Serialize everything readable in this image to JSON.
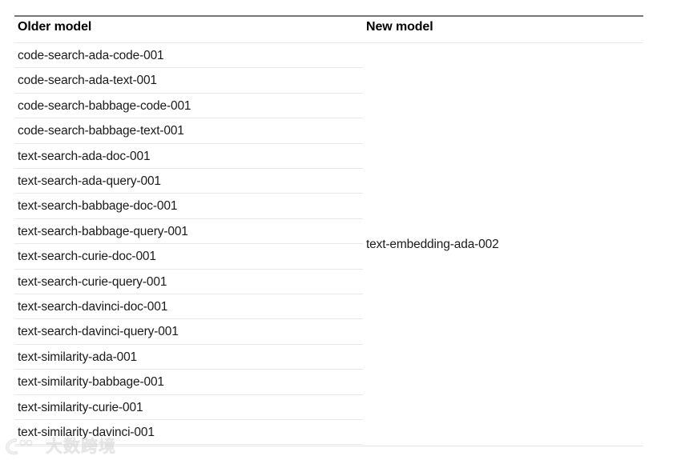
{
  "table": {
    "columns": [
      {
        "key": "older",
        "label": "Older model"
      },
      {
        "key": "new",
        "label": "New model"
      }
    ],
    "older_models": [
      "code-search-ada-code-001",
      "code-search-ada-text-001",
      "code-search-babbage-code-001",
      "code-search-babbage-text-001",
      "text-search-ada-doc-001",
      "text-search-ada-query-001",
      "text-search-babbage-doc-001",
      "text-search-babbage-query-001",
      "text-search-curie-doc-001",
      "text-search-curie-query-001",
      "text-search-davinci-doc-001",
      "text-search-davinci-query-001",
      "text-similarity-ada-001",
      "text-similarity-babbage-001",
      "text-similarity-curie-001",
      "text-similarity-davinci-001"
    ],
    "new_model": "text-embedding-ada-002",
    "row_count": 16
  },
  "watermark": {
    "text": "大数跨境",
    "logo_icon": "watermark-logo-icon",
    "color": "#dcdcdc"
  },
  "colors": {
    "page_background": "#ffffff",
    "text": "#1a1a1a",
    "header_text": "#000000",
    "top_rule": "#767676",
    "row_rule": "#e8e8e8",
    "bottom_rule": "#e6e6e6"
  }
}
